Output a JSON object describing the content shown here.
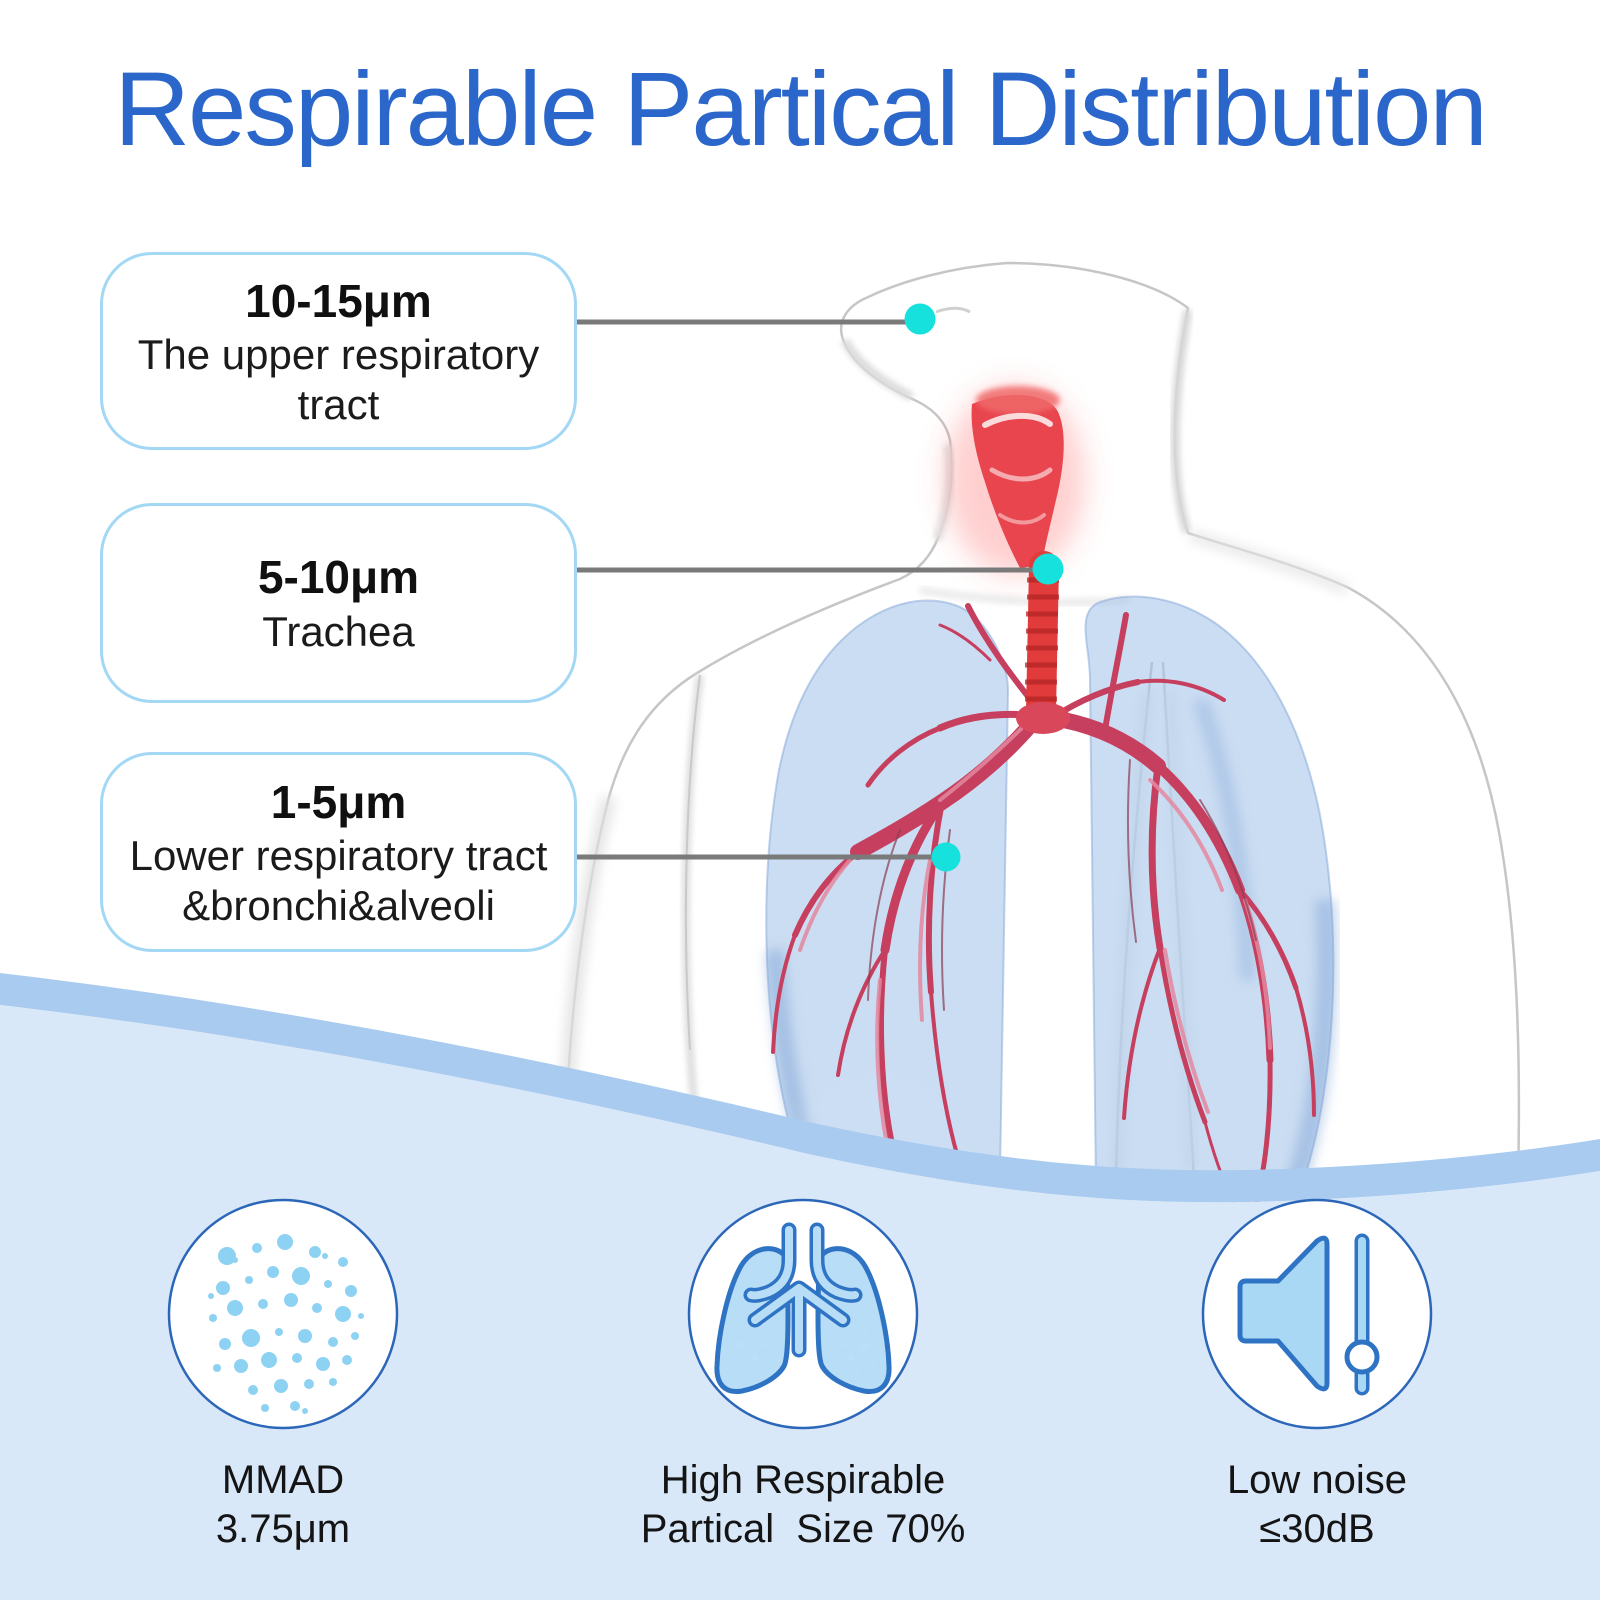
{
  "title": "Respirable Partical Distribution",
  "callouts": [
    {
      "size": "10-15μm",
      "lines": [
        "The upper respiratory",
        "tract"
      ]
    },
    {
      "size": "5-10μm",
      "lines": [
        "Trachea"
      ]
    },
    {
      "size": "1-5μm",
      "lines": [
        "Lower respiratory tract",
        "&bronchi&alveoli"
      ]
    }
  ],
  "features": [
    {
      "icon": "particles-icon",
      "lines": [
        "MMAD",
        "3.75μm"
      ]
    },
    {
      "icon": "lungs-icon",
      "lines": [
        "High Respirable",
        "Partical  Size 70%"
      ]
    },
    {
      "icon": "speaker-icon",
      "lines": [
        "Low noise",
        "≤30dB"
      ]
    }
  ],
  "colors": {
    "title_blue": "#2b67cb",
    "callout_border": "#a3d8f5",
    "pointer_line_gray": "#7a7a7a",
    "marker_cyan": "#17e1dc",
    "wave_band_blue": "#a9cbf0",
    "bottom_section_bg": "#d9e8f8",
    "icon_ring_blue": "#2b66b8",
    "icon_stroke_blue": "#2f74c4",
    "icon_fill_blue": "#a9d8f5",
    "particle_dot_blue": "#8ed2f3",
    "lung_fill_blue": "#b7ddf7",
    "anatomy_red": "#e23b3b",
    "vessel_crimson": "#c73f5e"
  }
}
